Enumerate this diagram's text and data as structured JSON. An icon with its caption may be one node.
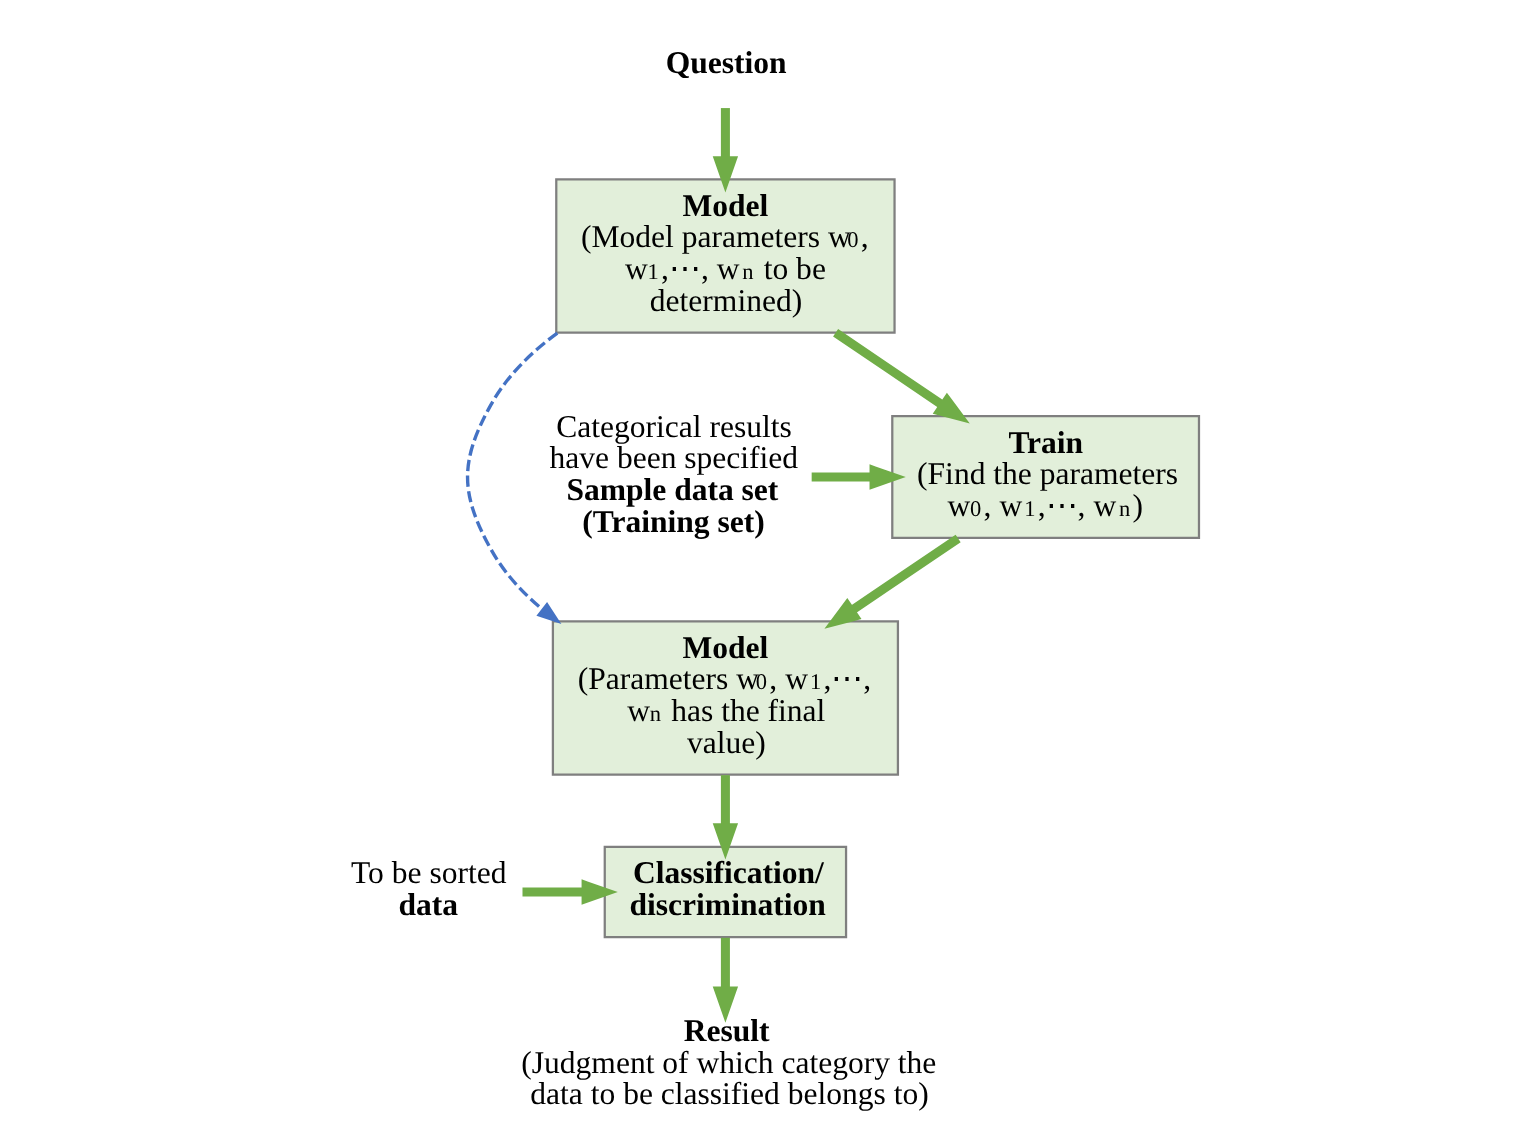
{
  "diagram": {
    "nodes": [
      {
        "text": [
          "Question"
        ]
      },
      {
        "text": [
          "Model",
          "(Model parameters w$_{0}$, w$_{1}$,⋯, w$_{n}$ to be determined)"
        ]
      },
      {
        "text": [
          "Categorical results have been specified",
          "Sample data set (Training set)"
        ]
      },
      {
        "text": [
          "Train",
          "(Find the parameters w$_{0}$, w$_{1}$,⋯, w$_{n}$)"
        ]
      },
      {
        "text": [
          "Model",
          "(Parameters w$_{0}$, w$_{1}$,⋯, w$_{n}$ has the final value)"
        ]
      },
      {
        "text": [
          "Classification/ discrimination"
        ]
      },
      {
        "text": [
          "To be sorted",
          "data"
        ]
      },
      {
        "text": [
          "Result",
          "(Judgment of which category the data to be classified belongs to)"
        ]
      }
    ],
    "edges": [
      {
        "from": 0,
        "to": 1,
        "arrow": "to"
      },
      {
        "from": 1,
        "to": 3,
        "arrow": "to"
      },
      {
        "from": 2,
        "to": 3,
        "arrow": "to"
      },
      {
        "from": 3,
        "to": 4,
        "arrow": "to"
      },
      {
        "from": 1,
        "to": 4,
        "arrow": "to",
        "style": "dashed",
        "color": "#4472c4"
      },
      {
        "from": 4,
        "to": 5,
        "arrow": "to"
      },
      {
        "from": 6,
        "to": 5,
        "arrow": "to"
      },
      {
        "from": 5,
        "to": 7,
        "arrow": "to"
      }
    ]
  }
}
